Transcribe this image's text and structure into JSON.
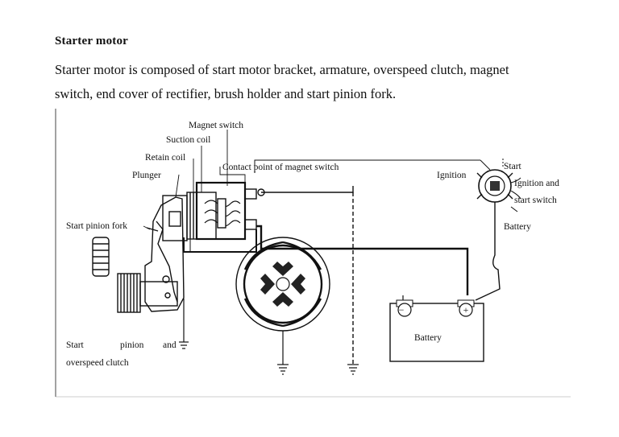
{
  "document": {
    "heading": "Starter motor",
    "paragraph_line_1": "Starter motor is composed of start motor bracket, armature, overspeed clutch, magnet",
    "paragraph_line_2": "switch, end cover of rectifier, brush holder and start pinion fork."
  },
  "diagram": {
    "labels": {
      "magnet_switch": "Magnet switch",
      "suction_coil": "Suction coil",
      "retain_coil": "Retain coil",
      "plunger": "Plunger",
      "contact_point": "Contact point of magnet switch",
      "start_pinion_fork": "Start pinion fork",
      "caption_start": "Start",
      "caption_pinion": "pinion",
      "caption_and": "and",
      "caption_overspeed": "overspeed clutch",
      "ignition": "Ignition",
      "start": "Start",
      "ignition_and": "Ignition and",
      "start_switch": "start switch",
      "battery_terminal": "Battery",
      "battery": "Battery",
      "minus_sign": "−",
      "plus_sign": "+"
    }
  }
}
